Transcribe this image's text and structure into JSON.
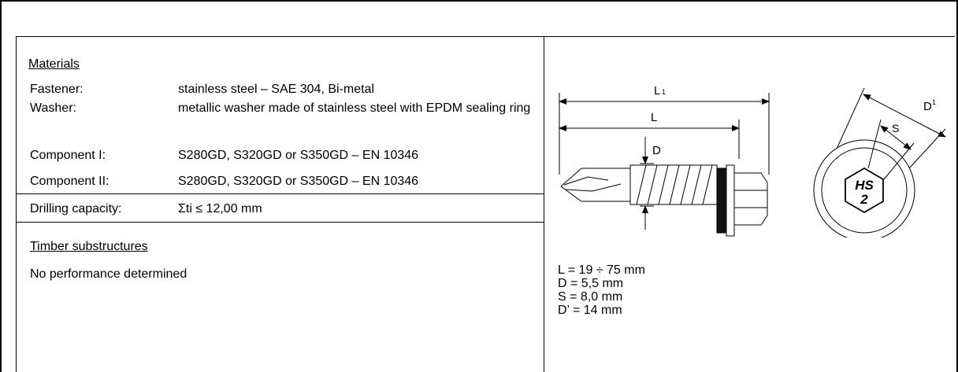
{
  "materials": {
    "heading": "Materials",
    "rows": [
      {
        "label": "Fastener:",
        "value": "stainless steel – SAE 304, Bi-metal"
      },
      {
        "label": "Washer:",
        "value": "metallic washer made of stainless steel with EPDM sealing ring"
      },
      {
        "label": "Component I:",
        "value": "S280GD, S320GD or S350GD – EN 10346"
      },
      {
        "label": "Component II:",
        "value": "S280GD, S320GD or S350GD – EN 10346"
      }
    ]
  },
  "drilling": {
    "label": "Drilling capacity:",
    "value": "Σti ≤ 12,00 mm"
  },
  "timber": {
    "heading": "Timber substructures",
    "text": "No performance determined"
  },
  "drawing": {
    "label_l1": "L",
    "label_l1_sub": "1",
    "label_l": "L",
    "label_d": "D",
    "label_d_prime": "D",
    "label_d_prime_sup": "1",
    "label_s": "S",
    "head_mark_line1": "HS",
    "head_mark_line2": "2"
  },
  "dimensions": [
    "L = 19 ÷ 75 mm",
    "D = 5,5 mm",
    "S = 8,0 mm",
    "D’ = 14 mm"
  ]
}
